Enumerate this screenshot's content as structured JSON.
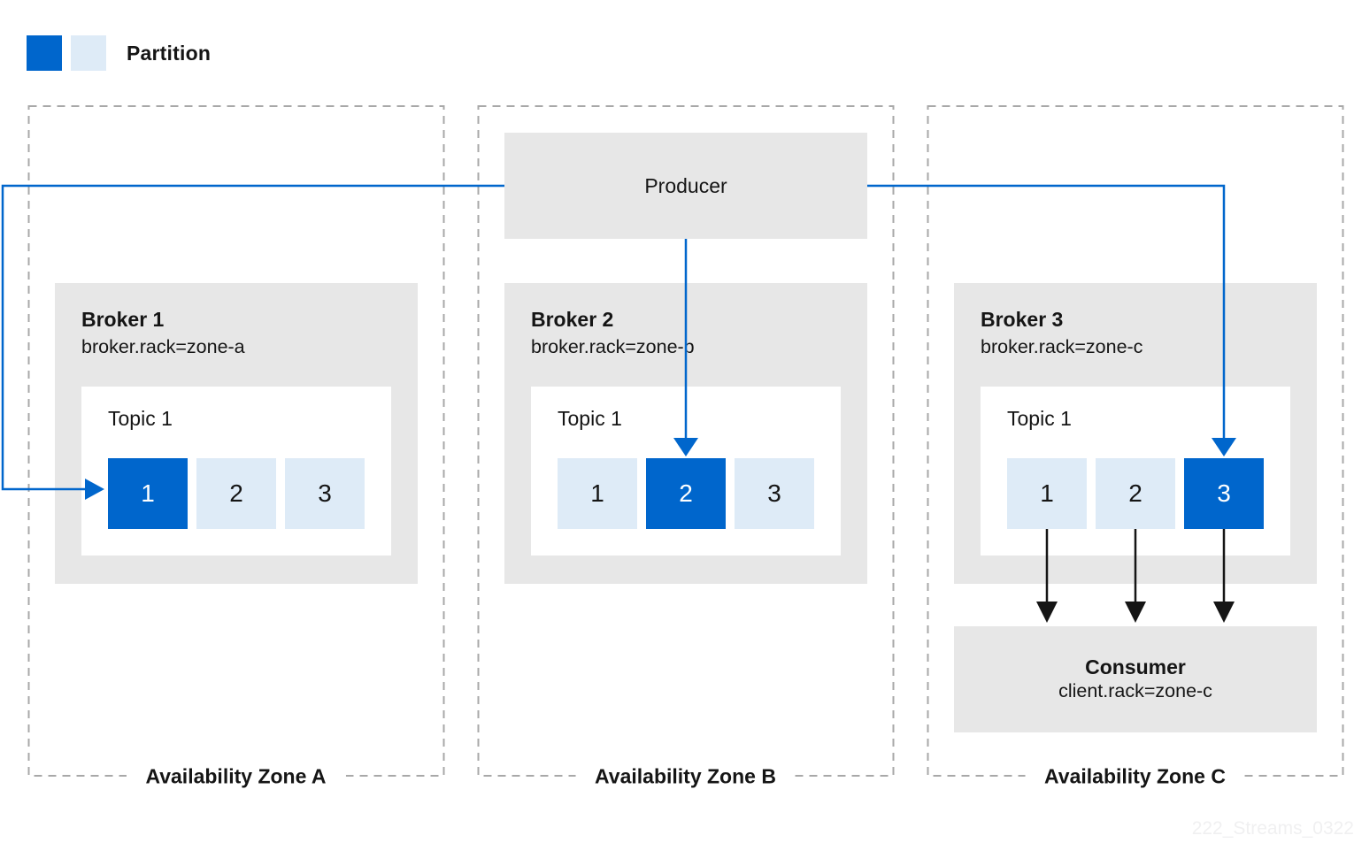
{
  "colors": {
    "partition_highlight_blue": "#0066CC",
    "partition_light_blue": "#DEEBF7",
    "box_gray": "#E7E7E7",
    "dashed_border_gray": "#A8A8A8",
    "arrow_blue": "#0066CC",
    "arrow_black": "#151515",
    "text": "#151515",
    "watermark_gray": "#F0F0F1"
  },
  "legend": {
    "label": "Partition"
  },
  "producer": {
    "label": "Producer"
  },
  "zones": [
    {
      "label": "Availability Zone A",
      "broker": {
        "title": "Broker 1",
        "config": "broker.rack=zone-a",
        "topic": {
          "title": "Topic 1",
          "partitions": [
            "1",
            "2",
            "3"
          ],
          "highlighted_partition": "1"
        }
      }
    },
    {
      "label": "Availability Zone B",
      "broker": {
        "title": "Broker 2",
        "config": "broker.rack=zone-b",
        "topic": {
          "title": "Topic 1",
          "partitions": [
            "1",
            "2",
            "3"
          ],
          "highlighted_partition": "2"
        }
      }
    },
    {
      "label": "Availability Zone C",
      "broker": {
        "title": "Broker 3",
        "config": "broker.rack=zone-c",
        "topic": {
          "title": "Topic 1",
          "partitions": [
            "1",
            "2",
            "3"
          ],
          "highlighted_partition": "3"
        }
      }
    }
  ],
  "consumer": {
    "title": "Consumer",
    "config": "client.rack=zone-c"
  },
  "watermark": "222_Streams_0322"
}
